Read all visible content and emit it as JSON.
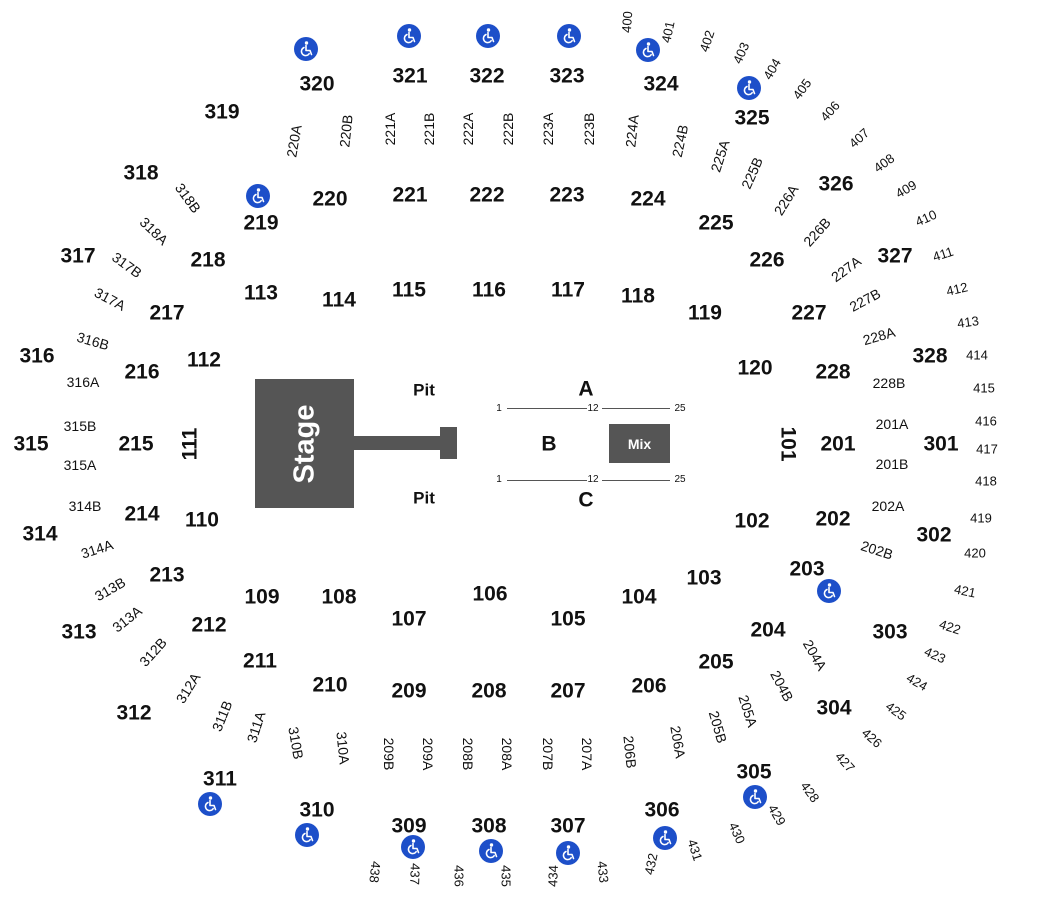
{
  "floor": {
    "stage": "Stage",
    "mix": "Mix",
    "pit_top": "Pit",
    "pit_bottom": "Pit",
    "row_a": "A",
    "row_b": "B",
    "row_c": "C",
    "seat_top": [
      "1",
      "12",
      "25"
    ],
    "seat_bottom": [
      "1",
      "12",
      "25"
    ]
  },
  "colors": {
    "accessible": "#1d4fc9",
    "stage": "#555555",
    "text": "#111111"
  },
  "icons": {
    "accessible": "wheelchair-icon"
  },
  "sections": {
    "lower": [
      "101",
      "102",
      "103",
      "104",
      "105",
      "106",
      "107",
      "108",
      "109",
      "110",
      "111",
      "112",
      "113",
      "114",
      "115",
      "116",
      "117",
      "118",
      "119",
      "120"
    ],
    "club": [
      "201",
      "202",
      "203",
      "204",
      "205",
      "206",
      "207",
      "208",
      "209",
      "210",
      "211",
      "212",
      "213",
      "214",
      "215",
      "216",
      "217",
      "218",
      "219",
      "220",
      "221",
      "222",
      "223",
      "224",
      "225",
      "226",
      "227",
      "228"
    ],
    "club_subs": [
      "201A",
      "201B",
      "202A",
      "202B",
      "204A",
      "204B",
      "205A",
      "205B",
      "206A",
      "206B",
      "207A",
      "207B",
      "208A",
      "208B",
      "209A",
      "209B",
      "220A",
      "220B",
      "221A",
      "221B",
      "222A",
      "222B",
      "223A",
      "223B",
      "224A",
      "224B",
      "225A",
      "225B",
      "226A",
      "226B",
      "227A",
      "227B",
      "228A",
      "228B"
    ],
    "upper": [
      "301",
      "302",
      "303",
      "304",
      "305",
      "306",
      "307",
      "308",
      "309",
      "310",
      "311",
      "312",
      "313",
      "314",
      "315",
      "316",
      "317",
      "318",
      "319",
      "320",
      "321",
      "322",
      "323",
      "324",
      "325",
      "326",
      "327",
      "328"
    ],
    "upper_subs": [
      "310A",
      "310B",
      "311A",
      "311B",
      "312A",
      "312B",
      "313A",
      "313B",
      "314A",
      "314B",
      "315A",
      "315B",
      "316A",
      "316B",
      "317A",
      "317B",
      "318A",
      "318B"
    ],
    "outer": [
      "400",
      "401",
      "402",
      "403",
      "404",
      "405",
      "406",
      "407",
      "408",
      "409",
      "410",
      "411",
      "412",
      "413",
      "414",
      "415",
      "416",
      "417",
      "418",
      "419",
      "420",
      "421",
      "422",
      "423",
      "424",
      "425",
      "426",
      "427",
      "428",
      "429",
      "430",
      "431",
      "432",
      "433",
      "434",
      "435",
      "436",
      "437",
      "438"
    ]
  }
}
